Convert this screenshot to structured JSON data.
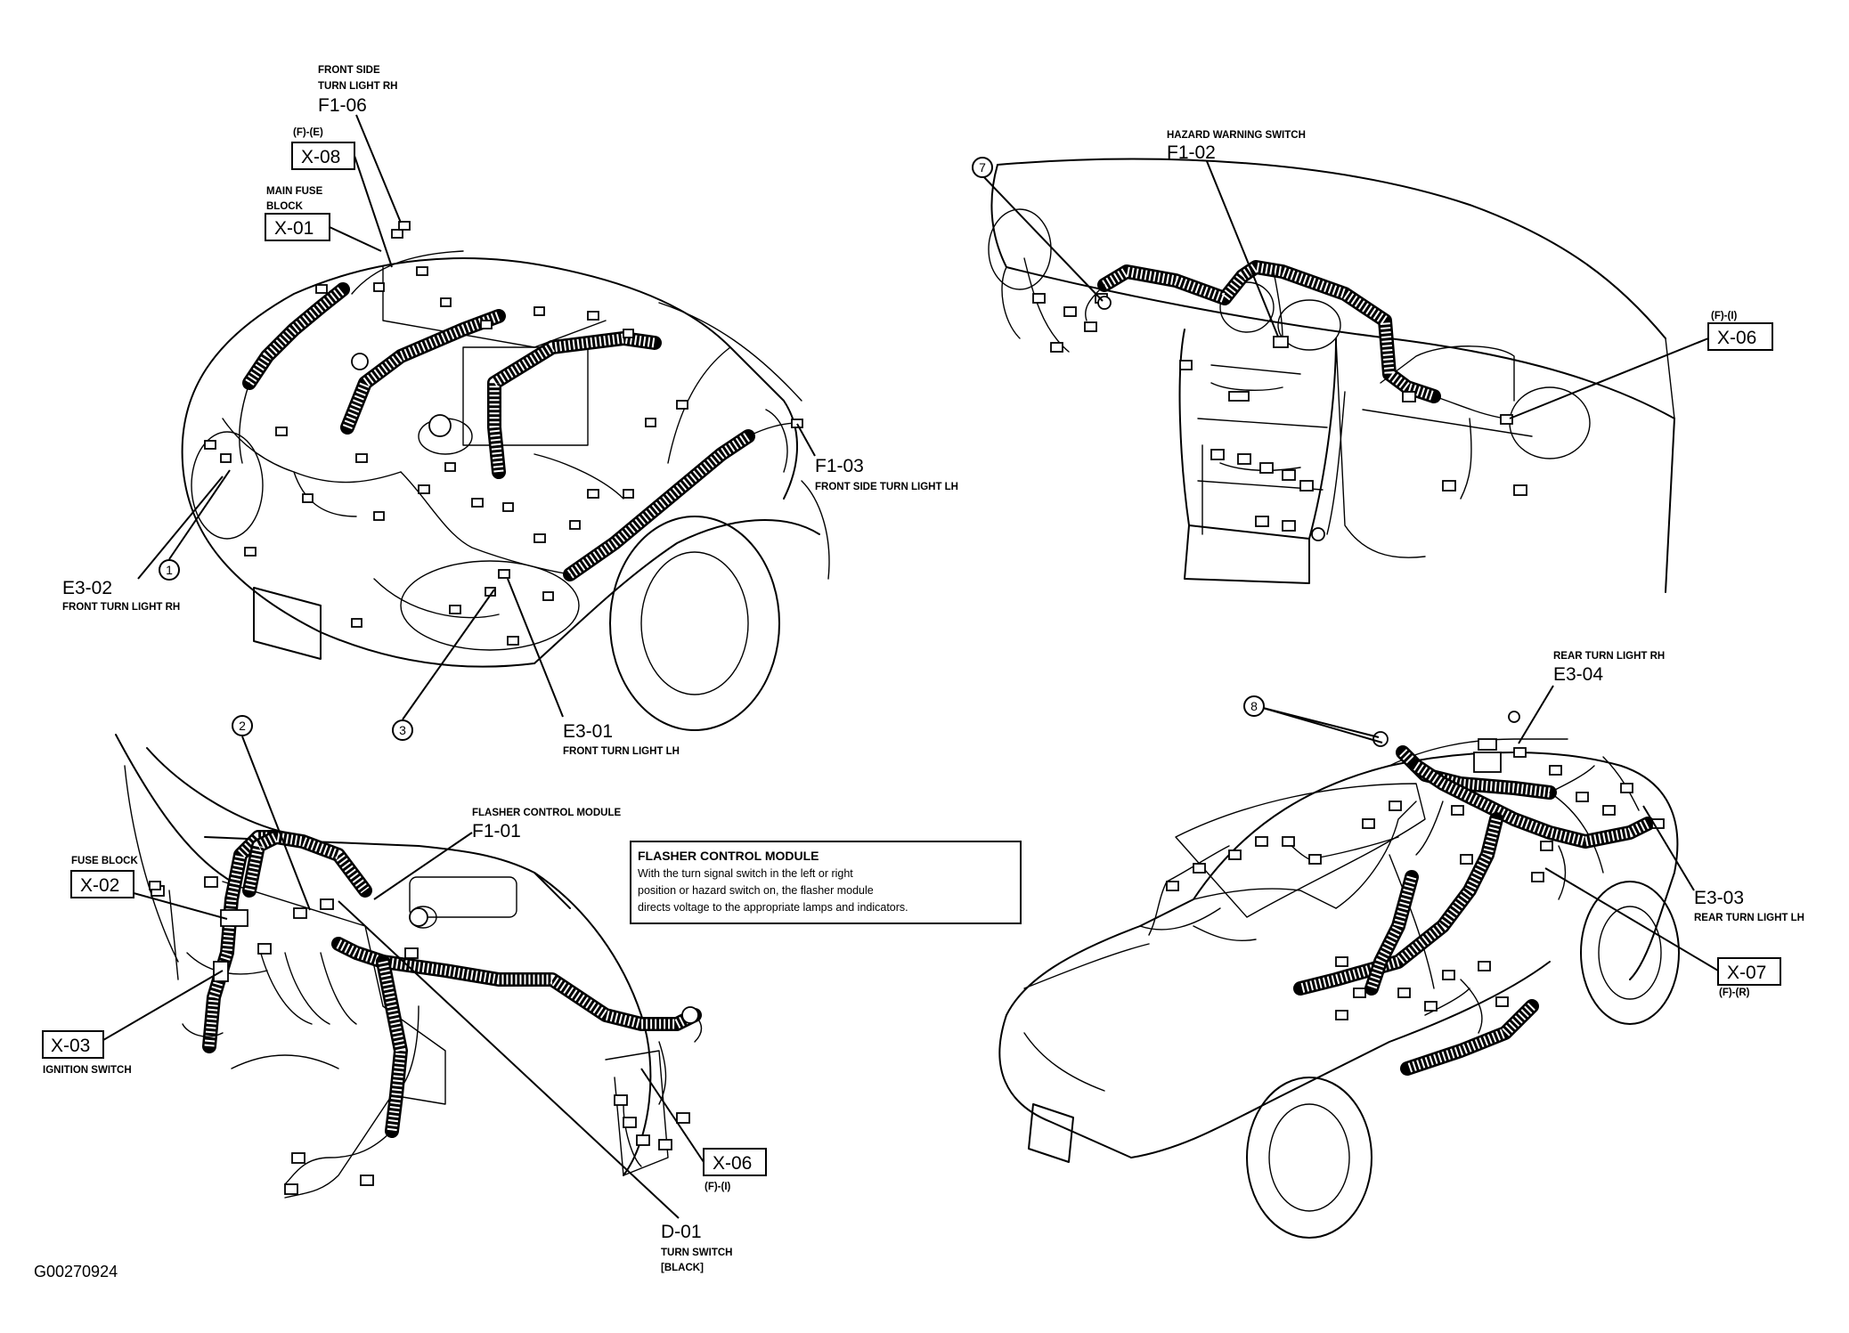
{
  "figure_id": "G00270924",
  "callouts": {
    "f1_06": {
      "code": "F1-06",
      "caption_lines": [
        "FRONT SIDE",
        "TURN LIGHT RH"
      ]
    },
    "x_08": {
      "code": "X-08",
      "qualifier": "(F)-(E)"
    },
    "x_01": {
      "code": "X-01",
      "caption_lines": [
        "MAIN FUSE",
        "BLOCK"
      ]
    },
    "f1_03": {
      "code": "F1-03",
      "caption_lines": [
        "FRONT SIDE TURN LIGHT LH"
      ]
    },
    "e3_02": {
      "code": "E3-02",
      "caption_lines": [
        "FRONT TURN LIGHT RH"
      ]
    },
    "e3_01": {
      "code": "E3-01",
      "caption_lines": [
        "FRONT TURN LIGHT LH"
      ]
    },
    "f1_02": {
      "code": "F1-02",
      "caption_lines": [
        "HAZARD WARNING SWITCH"
      ]
    },
    "x_06_dash": {
      "code": "X-06",
      "qualifier": "(F)-(I)"
    },
    "f1_01": {
      "code": "F1-01",
      "caption_lines": [
        "FLASHER CONTROL MODULE"
      ]
    },
    "x_02": {
      "code": "X-02",
      "caption_lines": [
        "FUSE BLOCK"
      ]
    },
    "x_03": {
      "code": "X-03",
      "caption_lines": [
        "IGNITION SWITCH"
      ]
    },
    "x_06_column": {
      "code": "X-06",
      "qualifier": "(F)-(I)"
    },
    "d_01": {
      "code": "D-01",
      "caption_lines": [
        "TURN SWITCH",
        "[BLACK]"
      ]
    },
    "e3_04": {
      "code": "E3-04",
      "caption_lines": [
        "REAR TURN LIGHT RH"
      ]
    },
    "e3_03": {
      "code": "E3-03",
      "caption_lines": [
        "REAR TURN LIGHT LH"
      ]
    },
    "x_07": {
      "code": "X-07",
      "qualifier": "(F)-(R)"
    }
  },
  "ground_points": [
    "1",
    "2",
    "3",
    "7",
    "8"
  ],
  "note": {
    "title": "FLASHER CONTROL MODULE",
    "lines": [
      "With the turn signal switch in the left or right",
      "position or hazard switch on, the flasher module",
      "directs voltage to the appropriate lamps and indicators."
    ]
  },
  "colors": {
    "line": "#000000",
    "background": "#ffffff"
  }
}
